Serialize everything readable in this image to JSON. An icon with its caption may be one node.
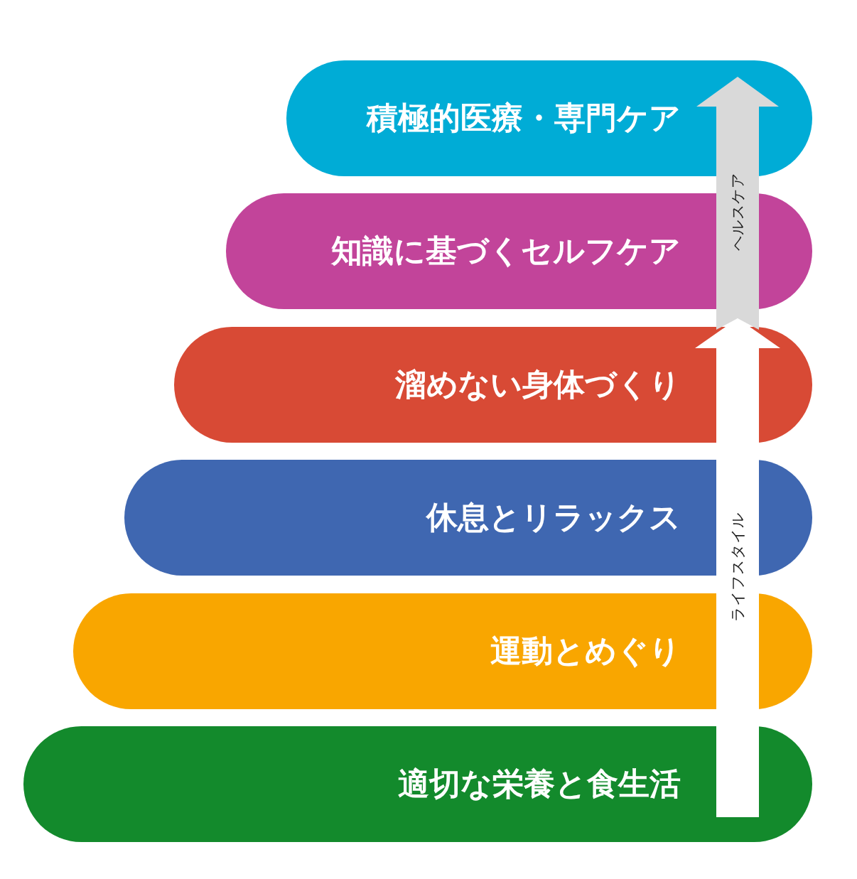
{
  "diagram": {
    "nodes": [
      {
        "text": [
          "積極的医療・専門ケア"
        ]
      },
      {
        "text": [
          "知識に基づくセルフケア"
        ]
      },
      {
        "text": [
          "溜めない身体づくり"
        ]
      },
      {
        "text": [
          "休息とリラックス"
        ]
      },
      {
        "text": [
          "運動とめぐり"
        ]
      },
      {
        "text": [
          "適切な栄養と食生活"
        ]
      },
      {
        "text": [
          "ヘルスケア"
        ]
      },
      {
        "text": [
          "ライフスタイル"
        ]
      }
    ]
  }
}
